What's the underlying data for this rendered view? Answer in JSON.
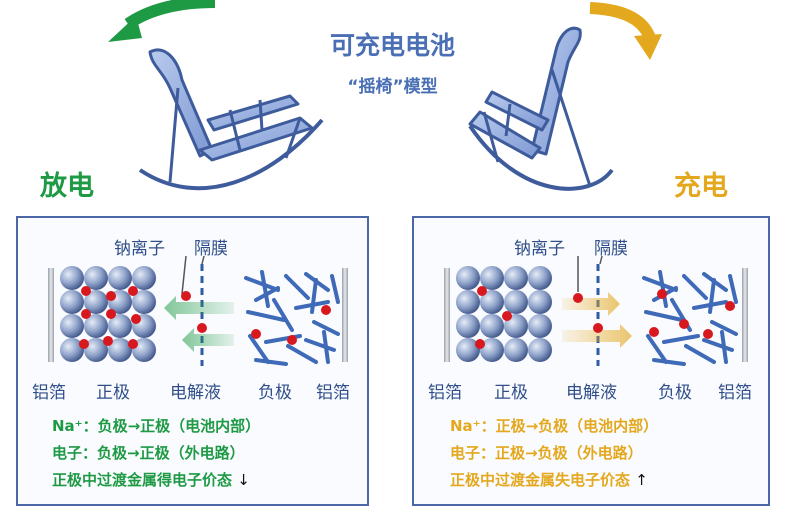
{
  "title": "可充电电池",
  "subtitle": "“摇椅”模型",
  "discharge": {
    "label": "放电",
    "annotations": {
      "ion": "钠离子",
      "separator": "隔膜"
    },
    "bottom_labels": {
      "al_left": "铝箔",
      "cathode": "正极",
      "electrolyte": "电解液",
      "anode": "负极",
      "al_right": "铝箔"
    },
    "text_lines": {
      "line1": "Na⁺：负极→正极（电池内部）",
      "line2": "电子：负极→正极（外电路）",
      "line3": "正极中过渡金属得电子价态",
      "line3_arrow": "↓"
    }
  },
  "charge": {
    "label": "充电",
    "annotations": {
      "ion": "钠离子",
      "separator": "隔膜"
    },
    "bottom_labels": {
      "al_left": "铝箔",
      "cathode": "正极",
      "electrolyte": "电解液",
      "anode": "负极",
      "al_right": "铝箔"
    },
    "text_lines": {
      "line1": "Na⁺：正极→负极（电池内部）",
      "line2": "电子：正极→负极（外电路）",
      "line3": "正极中过渡金属失电子价态",
      "line3_arrow": "↑"
    }
  },
  "colors": {
    "discharge": "#1e9a45",
    "charge": "#e3a81e",
    "primary": "#4a6fb5",
    "ion": "#d8181f"
  },
  "icons": [
    "rocking-chair-left-icon",
    "rocking-chair-right-icon",
    "curved-arrow-left-icon",
    "curved-arrow-right-icon"
  ]
}
